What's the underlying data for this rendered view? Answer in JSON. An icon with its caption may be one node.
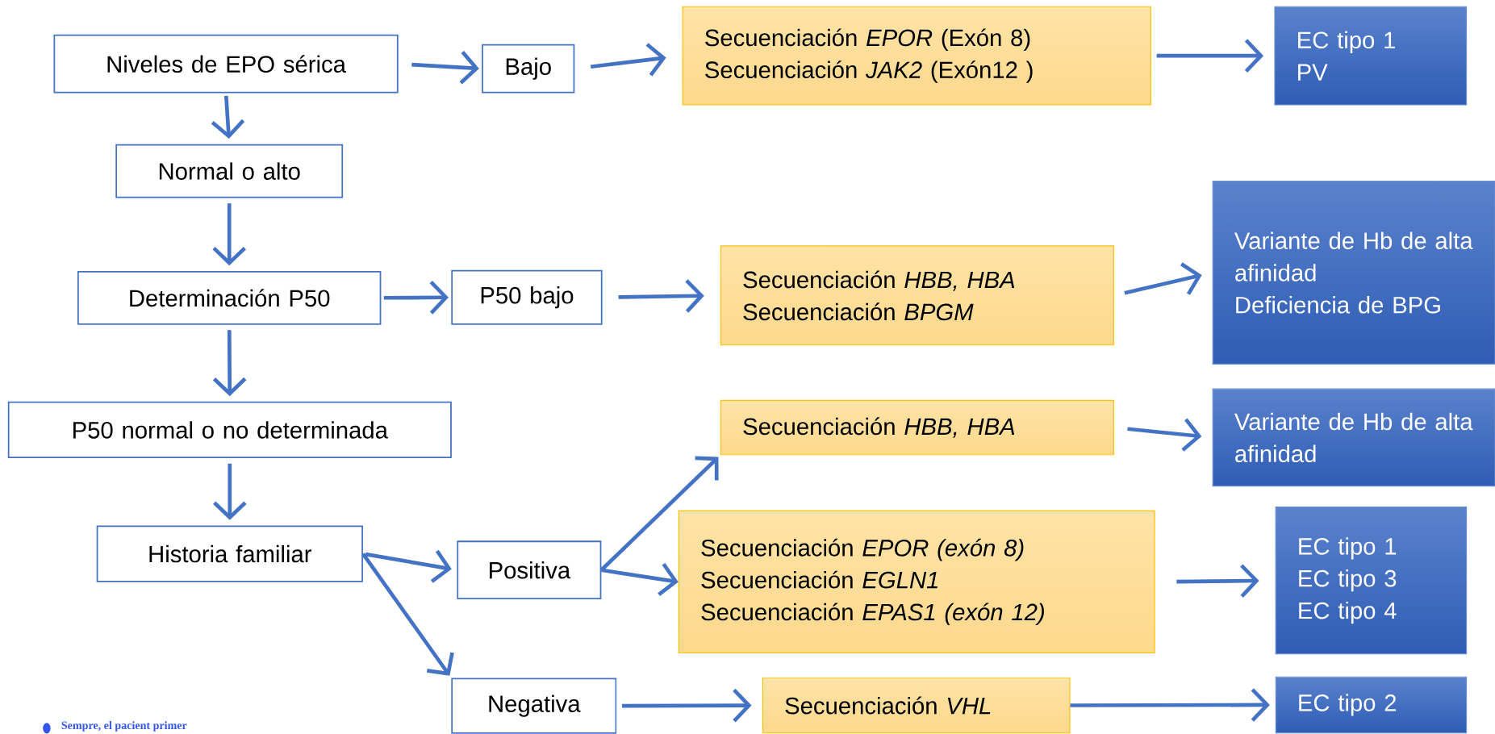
{
  "diagram": {
    "nodes": [
      {
        "text": [
          "Niveles de EPO sérica"
        ]
      },
      {
        "text": [
          "Bajo"
        ]
      },
      {
        "text": [
          "Secuenciación *EPOR* (Exón 8)",
          "Secuenciación *JAK2* (Exón12 )"
        ]
      },
      {
        "text": [
          "EC tipo 1",
          "PV"
        ]
      },
      {
        "text": [
          "Normal o alto"
        ]
      },
      {
        "text": [
          "Determinación P50"
        ]
      },
      {
        "text": [
          "P50 bajo"
        ]
      },
      {
        "text": [
          "Secuenciación *HBB, HBA*",
          "Secuenciación *BPGM*"
        ]
      },
      {
        "text": [
          "Variante de Hb de alta afinidad",
          "Deficiencia de BPG"
        ]
      },
      {
        "text": [
          "P50 normal o no determinada"
        ]
      },
      {
        "text": [
          "Secuenciación *HBB, HBA*"
        ]
      },
      {
        "text": [
          "Variante de Hb de alta afinidad"
        ]
      },
      {
        "text": [
          "Historia familiar"
        ]
      },
      {
        "text": [
          "Positiva"
        ]
      },
      {
        "text": [
          "Secuenciación *EPOR (exón 8)*",
          "Secuenciación *EGLN1*",
          "Secuenciación *EPAS1 (exón 12)*"
        ]
      },
      {
        "text": [
          "EC tipo 1",
          "EC tipo 3",
          "EC tipo 4"
        ]
      },
      {
        "text": [
          "Negativa"
        ]
      },
      {
        "text": [
          "Secuenciación *VHL*"
        ]
      },
      {
        "text": [
          "EC tipo 2"
        ]
      }
    ],
    "edges": [
      {
        "from": 0,
        "to": 1,
        "arrow": "to"
      },
      {
        "from": 1,
        "to": 2,
        "arrow": "to"
      },
      {
        "from": 2,
        "to": 3,
        "arrow": "to"
      },
      {
        "from": 0,
        "to": 4,
        "arrow": "to"
      },
      {
        "from": 4,
        "to": 5,
        "arrow": "to"
      },
      {
        "from": 5,
        "to": 6,
        "arrow": "to"
      },
      {
        "from": 6,
        "to": 7,
        "arrow": "to"
      },
      {
        "from": 7,
        "to": 8,
        "arrow": "to"
      },
      {
        "from": 5,
        "to": 9,
        "arrow": "to"
      },
      {
        "from": 9,
        "to": 12,
        "arrow": "to"
      },
      {
        "from": 12,
        "to": 13,
        "arrow": "to"
      },
      {
        "from": 12,
        "to": 16,
        "arrow": "to"
      },
      {
        "from": 13,
        "to": 10,
        "arrow": "to"
      },
      {
        "from": 13,
        "to": 14,
        "arrow": "to"
      },
      {
        "from": 10,
        "to": 11,
        "arrow": "to"
      },
      {
        "from": 14,
        "to": 15,
        "arrow": "to"
      },
      {
        "from": 16,
        "to": 17,
        "arrow": "to"
      },
      {
        "from": 17,
        "to": 18,
        "arrow": "to"
      }
    ],
    "labels": [
      "Sempre, el pacient primer"
    ]
  }
}
